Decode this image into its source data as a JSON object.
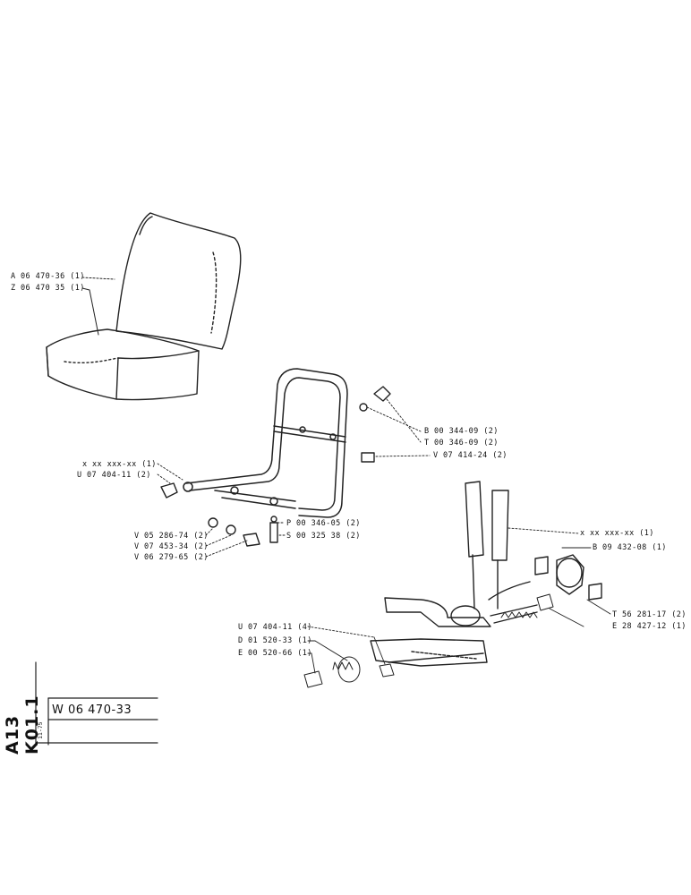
{
  "sheet": {
    "side_code": "A13 K01.1",
    "date": "11-75",
    "drawing_number": "W 06 470-33"
  },
  "parts": [
    "A 06 470-36 (1)",
    "Z 06 470  35 (1)",
    "B 00 344-09 (2)",
    "T 00 346-09 (2)",
    "V 07 414-24 (2)",
    "x xx xxx-xx (1)",
    "U 07 404-11 (2)",
    "P 00 346-05 (2)",
    "S 00 325  38 (2)",
    "V 05 286-74 (2)",
    "V 07 453-34 (2)",
    "V 06 279-65 (2)",
    "x xx xxx-xx (1)",
    "B 09 432-08 (1)",
    "T 56 281-17 (2)",
    "E 28 427-12 (1)",
    "U 07 404-11 (4)",
    "D 01 520-33 (1)",
    "E 00 520-66 (1)"
  ]
}
